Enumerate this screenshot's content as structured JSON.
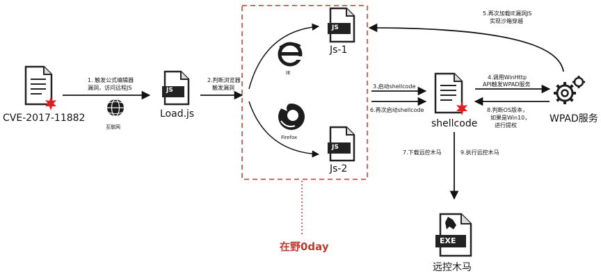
{
  "nodes": {
    "cve_label": "CVE-2017-11882",
    "internet_label": "互联网",
    "load_js_label": "Load.js",
    "js_icon_text": "JS",
    "js1_label": "Js-1",
    "js2_label": "Js-2",
    "ie_label": "IE",
    "firefox_label": "Firefox",
    "shellcode_label": "shellcode",
    "wpad_label": "WPAD服务",
    "exe_icon_text": "EXE",
    "rat_label": "远控木马",
    "zeroday_label": "在野0day"
  },
  "edges": {
    "e1_line1": "1. 触发公式编辑器",
    "e1_line2": "漏洞，访问远程JS",
    "e2_line1": "2.判断浏览器",
    "e2_line2": "触发漏洞",
    "e3": "3.启动shellcode",
    "e6": "6.再次启动shellcode",
    "e4_line1": "4.调用WinHttp",
    "e4_line2": "API触发WPAD服务",
    "e5_line1": "5.再次加载IE漏洞JS",
    "e5_line2": "实现沙箱穿越",
    "e8_line1": "8.判断OS版本，",
    "e8_line2": "如果是Win10，",
    "e8_line3": "进行提权",
    "e7": "7.下载远控木马",
    "e9": "9.执行远控木马"
  },
  "colors": {
    "accent_red": "#c0392b",
    "marker_red": "#e02020",
    "ink": "#111111"
  }
}
